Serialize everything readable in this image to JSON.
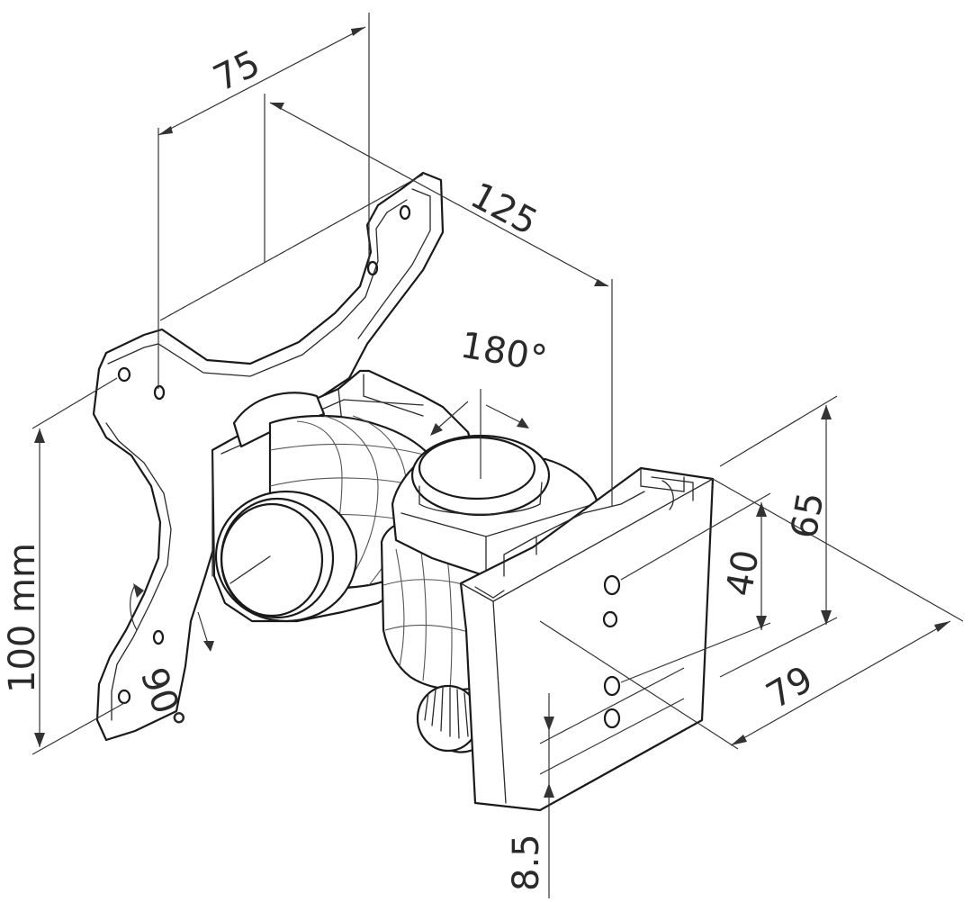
{
  "dimensions": {
    "top_width": "75",
    "diagonal_depth": "125",
    "swivel_angle": "180°",
    "plate_height": "100 mm",
    "tilt_angle": "90°",
    "bracket_height": "65",
    "hole_spacing": "40",
    "bracket_width": "79",
    "bracket_offset": "8.5"
  },
  "colors": {
    "line": "#1a1a1a",
    "background": "#ffffff"
  }
}
